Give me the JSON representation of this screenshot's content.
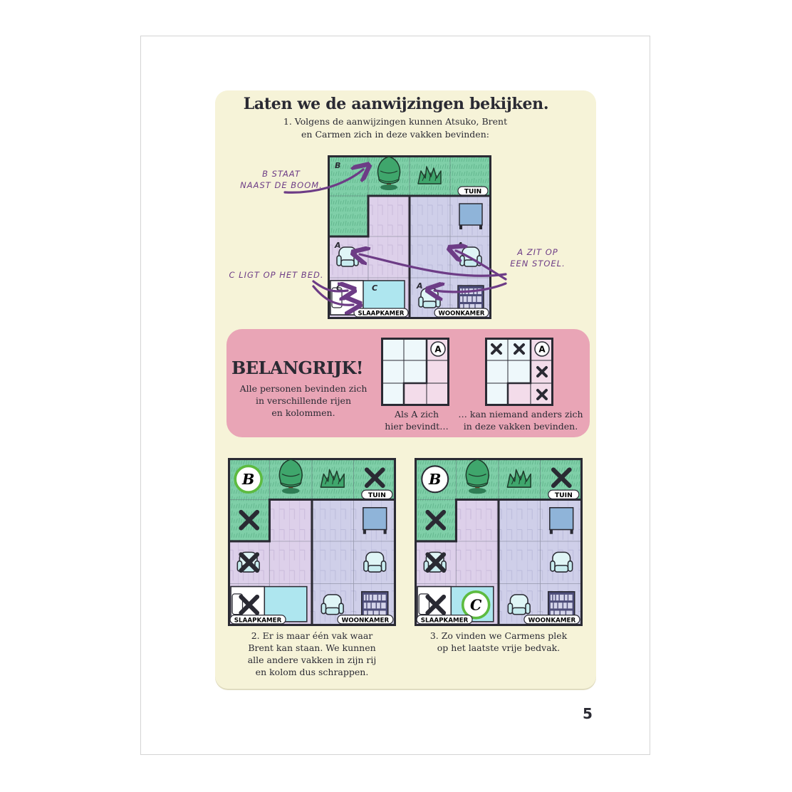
{
  "heading": "Laten we de aanwijzingen bekijken.",
  "intro": [
    "1. Volgens de aanwijzingen kunnen Atsuko, Brent",
    "en Carmen zich in deze vakken bevinden:"
  ],
  "notes": {
    "b_line1": "B STAAT",
    "b_line2": "NAAST DE BOOM.",
    "a_line1": "A ZIT OP",
    "a_line2": "EEN STOEL.",
    "c_line1": "C LIGT OP HET BED."
  },
  "rooms": {
    "tuin": "TUIN",
    "slaapkamer": "SLAAPKAMER",
    "woonkamer": "WOONKAMER"
  },
  "letters": {
    "a": "A",
    "b": "B",
    "c": "C"
  },
  "important": {
    "title": "BELANGRIJK!",
    "text": [
      "Alle personen bevinden zich",
      "in verschillende rijen",
      "en kolommen."
    ],
    "caption_left": [
      "Als A zich",
      "hier bevindt…"
    ],
    "caption_right": [
      "… kan niemand anders zich",
      "in deze vakken bevinden."
    ]
  },
  "step2": [
    "2. Er is maar één vak waar",
    "Brent kan staan. We kunnen",
    "alle andere vakken in zijn rij",
    "en kolom dus schrappen."
  ],
  "step3": [
    "3. Zo vinden we Carmens plek",
    "op het laatste vrije bedvak."
  ],
  "page_number": "5",
  "colors": {
    "garden": "#7fcfa8",
    "bedroom": "#ddd0ea",
    "living": "#cfcfe9",
    "accent_purple": "#6d3c86",
    "important_pink": "#e9a5b6",
    "card": "#f6f3d8",
    "highlight_green": "#5dbb3f"
  }
}
